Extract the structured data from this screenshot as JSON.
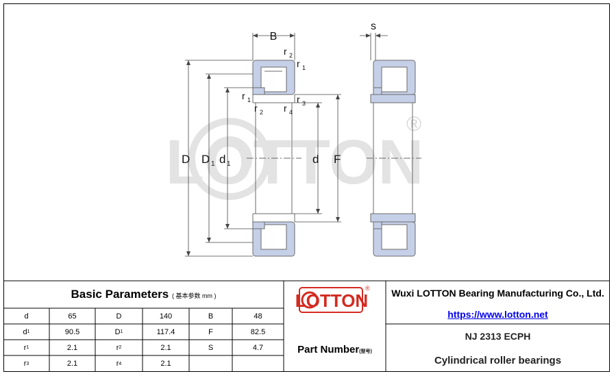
{
  "drawing": {
    "labels": {
      "B": "B",
      "s": "s",
      "D": "D",
      "D1": "D",
      "D1_sub": "1",
      "d1": "d",
      "d1_sub": "1",
      "d": "d",
      "F": "F",
      "r": "r",
      "sub1": "1",
      "sub2": "2",
      "sub3": "3",
      "sub4": "4"
    },
    "watermark": "LOTTON",
    "registered": "®"
  },
  "basic": {
    "title": "Basic Parameters",
    "unit": "( 基本参数 mm )",
    "rows": [
      [
        {
          "k": "d",
          "sub": ""
        },
        {
          "v": "65"
        },
        {
          "k": "D",
          "sub": ""
        },
        {
          "v": "140"
        },
        {
          "k": "B",
          "sub": ""
        },
        {
          "v": "48"
        }
      ],
      [
        {
          "k": "d",
          "sub": "1"
        },
        {
          "v": "90.5"
        },
        {
          "k": "D",
          "sub": "1"
        },
        {
          "v": "117.4"
        },
        {
          "k": "F",
          "sub": ""
        },
        {
          "v": "82.5"
        }
      ],
      [
        {
          "k": "r",
          "sub": "1"
        },
        {
          "v": "2.1"
        },
        {
          "k": "r",
          "sub": "2"
        },
        {
          "v": "2.1"
        },
        {
          "k": "S",
          "sub": ""
        },
        {
          "v": "4.7"
        }
      ],
      [
        {
          "k": "r",
          "sub": "3"
        },
        {
          "v": "2.1"
        },
        {
          "k": "r",
          "sub": "4"
        },
        {
          "v": "2.1"
        },
        {
          "k": "",
          "sub": ""
        },
        {
          "v": ""
        }
      ]
    ]
  },
  "brand": {
    "logo": "LOTTON",
    "registered": "®"
  },
  "company": {
    "name": "Wuxi LOTTON Bearing Manufacturing Co., Ltd.",
    "url": "https://www.lotton.net"
  },
  "part": {
    "label": "Part Number",
    "label_cn": "(型号)",
    "number": "NJ  2313 ECPH",
    "type": "Cylindrical roller bearings"
  },
  "colors": {
    "ring": "#c5d0e8",
    "stroke": "#6a6a6a",
    "brand": "#d42a20",
    "watermark": "#e3e3e3"
  }
}
